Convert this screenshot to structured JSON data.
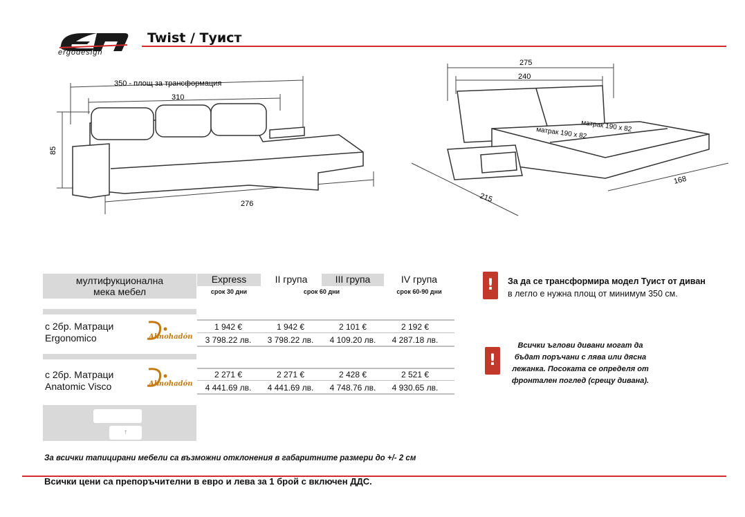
{
  "header": {
    "title": "Twist / Туист",
    "logo_text": "ergodesign"
  },
  "diagram_left": {
    "dim_transform": "350 - площ за трансформация",
    "dim_width": "310",
    "dim_height": "85",
    "dim_depth": "276"
  },
  "diagram_right": {
    "dim_outer": "275",
    "dim_inner": "240",
    "mattress_a": "матрак 190 х 82",
    "mattress_b": "матрак 190 х 82",
    "dim_front": "215",
    "dim_side": "168"
  },
  "table": {
    "header_label": "мултифукционална\nмека мебел",
    "columns": [
      {
        "name": "Express",
        "term": "срок 30 дни"
      },
      {
        "name": "II група",
        "term": "срок 60 дни"
      },
      {
        "name": "III група",
        "term": ""
      },
      {
        "name": "IV група",
        "term": "срок 60-90 дни"
      }
    ],
    "rows": [
      {
        "label": "с 2бр. Матраци\nErgonomico",
        "brand": "Almohadón",
        "eur": [
          "1 942 €",
          "1 942 €",
          "2 101 €",
          "2 192 €"
        ],
        "bgn": [
          "3 798.22 лв.",
          "3 798.22 лв.",
          "4 109.20 лв.",
          "4 287.18 лв."
        ]
      },
      {
        "label": "с 2бр. Матраци\nAnatomic Visco",
        "brand": "Almohadón",
        "eur": [
          "2 271 €",
          "2 271 €",
          "2 428 €",
          "2 521 €"
        ],
        "bgn": [
          "4 441.69 лв.",
          "4 441.69 лв.",
          "4 748.76 лв.",
          "4 930.65 лв."
        ]
      }
    ]
  },
  "notes": {
    "warn_symbol": "!",
    "note1_bold": "За да се трансформира модел Туист от диван",
    "note1_rest": "в легло е нужна площ от минимум 350 см.",
    "note2": "Всички ъглови дивани могат да бъдат поръчани с лява или дясна лежанка. Посоката се определя от фронтален поглед (срещу дивана)."
  },
  "footnote": "За всички тапицирани мебели са възможни отклонения в габаритните размери до +/- 2 см",
  "footer": "Всички цени са препоръчителни в евро и лева за 1 брой с включен ДДС.",
  "colors": {
    "accent": "#d22b2b",
    "grey": "#d9d9d9",
    "warn": "#c0392b"
  }
}
